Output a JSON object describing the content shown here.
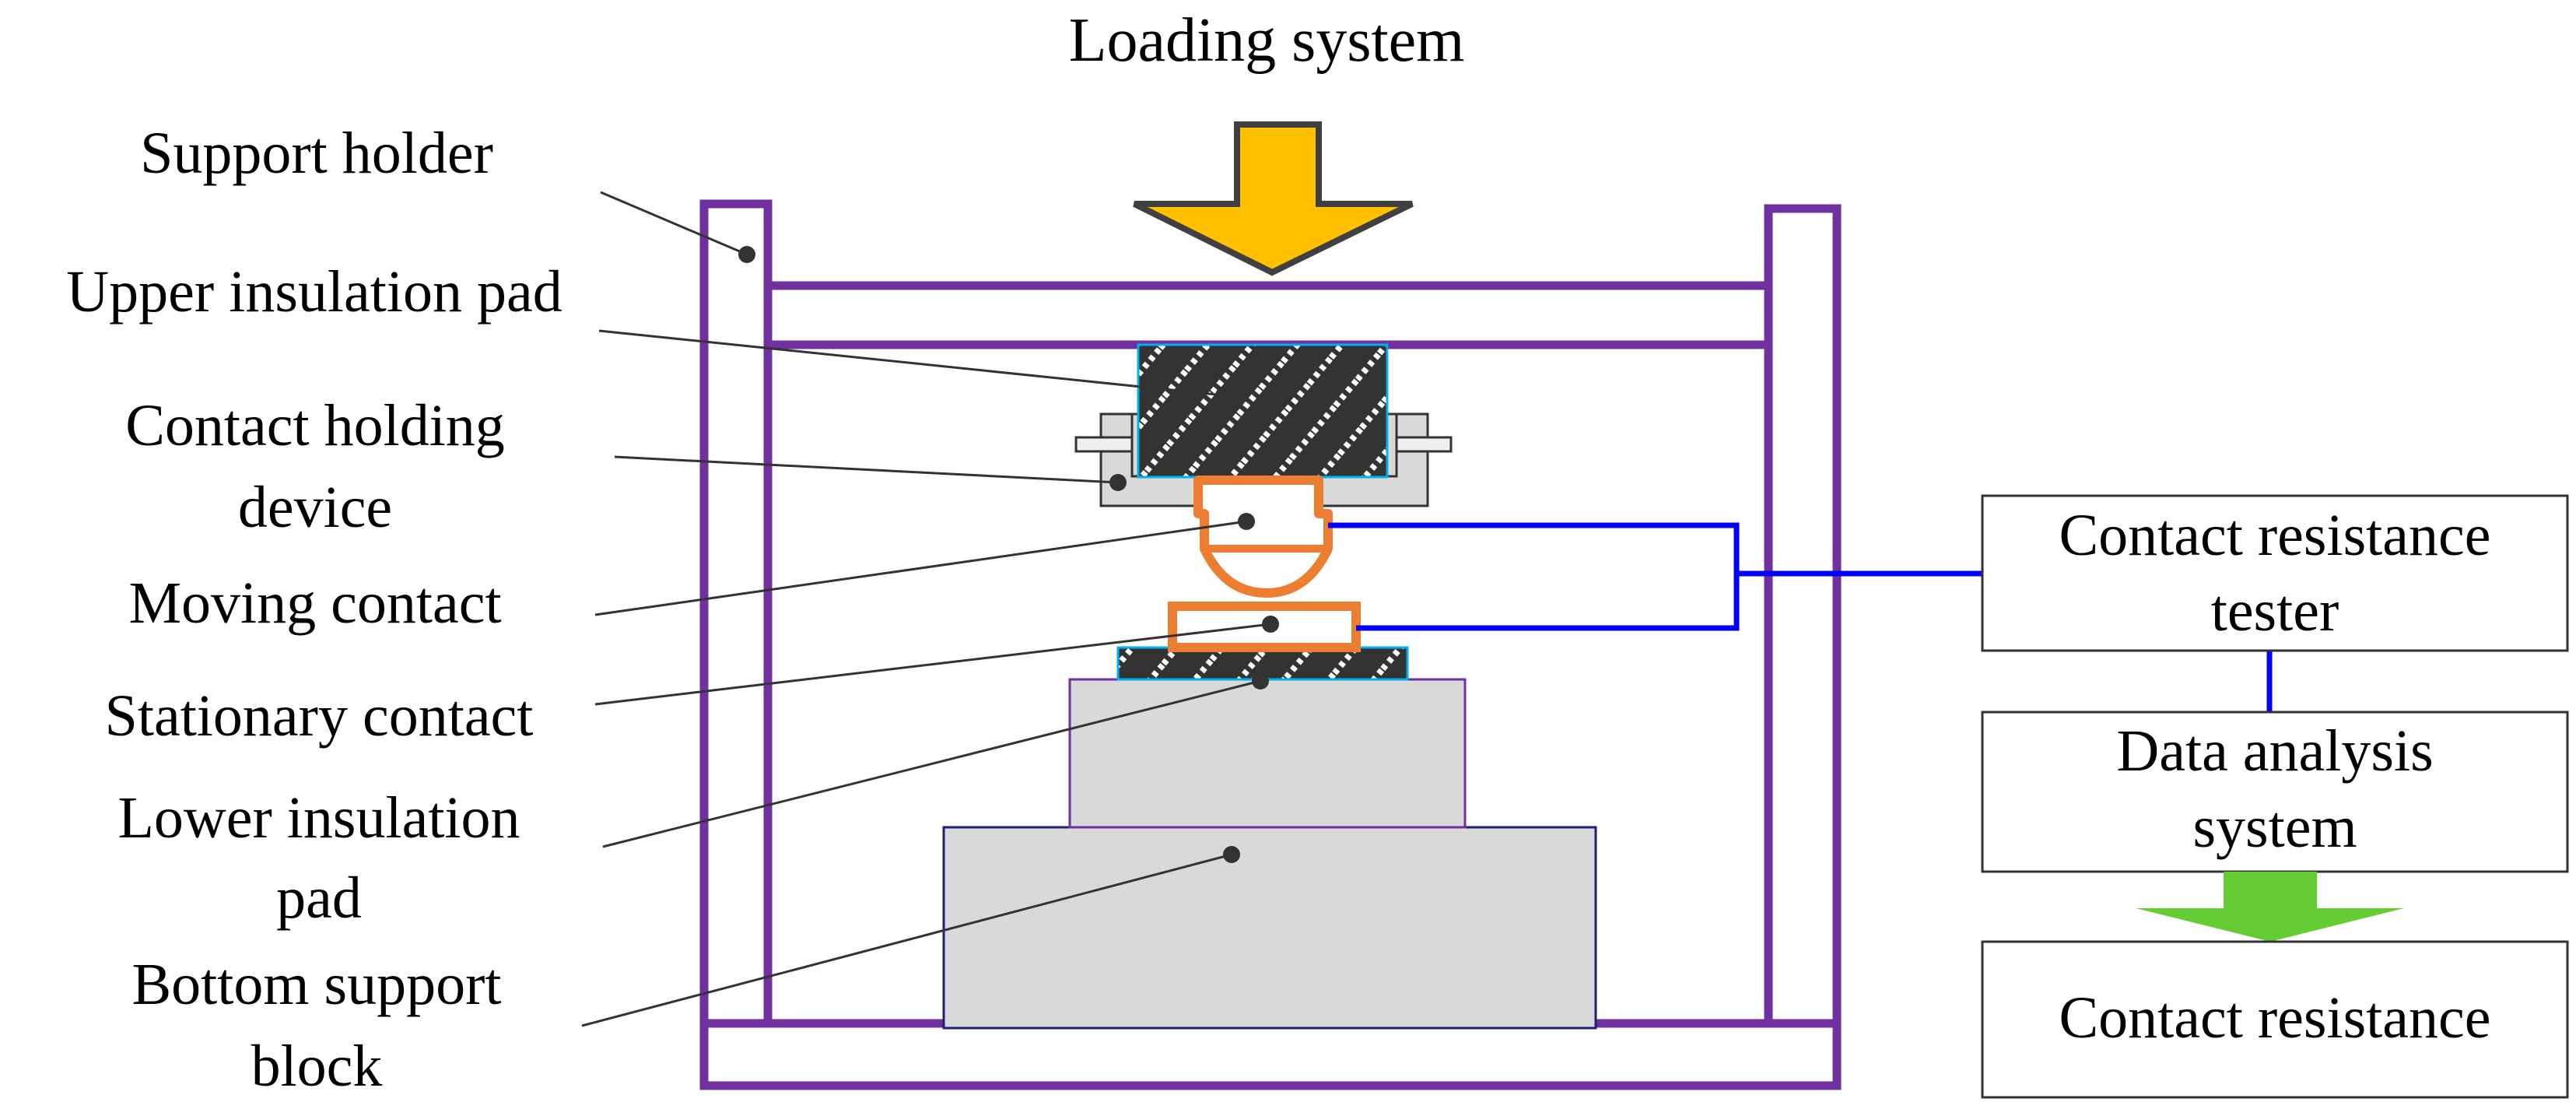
{
  "title": "Loading system",
  "labels": {
    "support_holder": "Support holder",
    "upper_insulation_pad": "Upper insulation pad",
    "contact_holding_device_line1": "Contact holding",
    "contact_holding_device_line2": "device",
    "moving_contact": "Moving contact",
    "stationary_contact": "Stationary contact",
    "lower_insulation_pad_line1": "Lower insulation",
    "lower_insulation_pad_line2": "pad",
    "bottom_support_block_line1": "Bottom support",
    "bottom_support_block_line2": "block"
  },
  "boxes": {
    "tester_line1": "Contact resistance",
    "tester_line2": "tester",
    "analysis_line1": "Data analysis",
    "analysis_line2": "system",
    "result": "Contact resistance"
  },
  "colors": {
    "frame": "#7030A0",
    "arrow_fill": "#FFC000",
    "contact": "#ED7D31",
    "wire": "#0000FF",
    "green_arrow": "#66CC33",
    "block_fill": "#D9D9D9",
    "pad_fill": "#333333",
    "pad_border": "#00B0F0"
  }
}
